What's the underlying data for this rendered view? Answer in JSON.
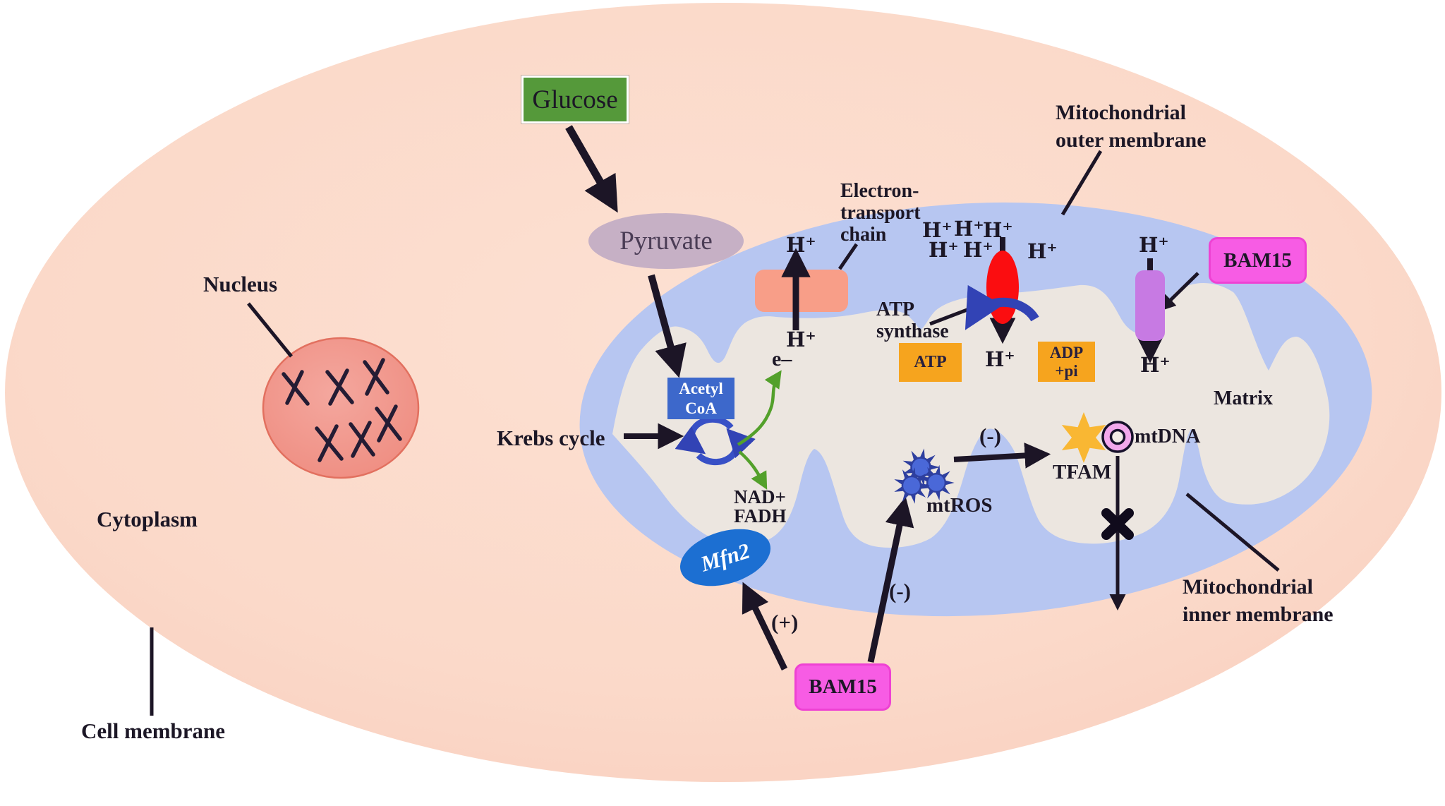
{
  "cell": {
    "cytoplasm_label": "Cytoplasm",
    "nucleus_label": "Nucleus",
    "cell_membrane_label": "Cell membrane"
  },
  "glycolysis": {
    "glucose": "Glucose",
    "pyruvate": "Pyruvate",
    "acetyl_coa": "Acetyl\nCoA",
    "krebs_cycle": "Krebs cycle",
    "nad_fadh": "NAD+\nFADH"
  },
  "mitochondrion": {
    "outer_membrane_label": "Mitochondrial\nouter membrane",
    "inner_membrane_label": "Mitochondrial\ninner membrane",
    "matrix_label": "Matrix",
    "etc_label": "Electron-\ntransport\nchain",
    "atp_synthase_label": "ATP\nsynthase",
    "atp": "ATP",
    "adp_pi": "ADP\n+pi",
    "mtros": "mtROS",
    "tfam": "TFAM",
    "mtdna": "mtDNA",
    "mfn2": "Mfn2"
  },
  "bam15": {
    "label": "BAM15"
  },
  "symbols": {
    "h_plus": "H⁺",
    "e_minus": "e–",
    "inhibit": "(-)",
    "activate": "(+)"
  },
  "colors": {
    "background": "#ffffff",
    "cell_body": "#fbd9c9",
    "nucleus": "#f29a90",
    "mitochondrion": "#b7c6f1",
    "matrix": "#ece6e0",
    "glucose_box": "#55993a",
    "pyruvate_ellipse": "#c6b0c5",
    "acetyl_coa_box": "#3d68cb",
    "etc_complex": "#f89e88",
    "atp_synthase": "#fb0d10",
    "atp_adp_boxes": "#f6a41e",
    "bam15_box": "#f75ce4",
    "uncoupler_channel": "#c77ae3",
    "mfn2_ellipse": "#1c6fd2",
    "krebs_arrows": "#3850c6",
    "tfam_star": "#f9b733",
    "mtdna_ring": "#f3a8ec",
    "mtros_particles": "#3a57c5",
    "electron_arrows": "#53a02b",
    "text": "#1c1726"
  }
}
